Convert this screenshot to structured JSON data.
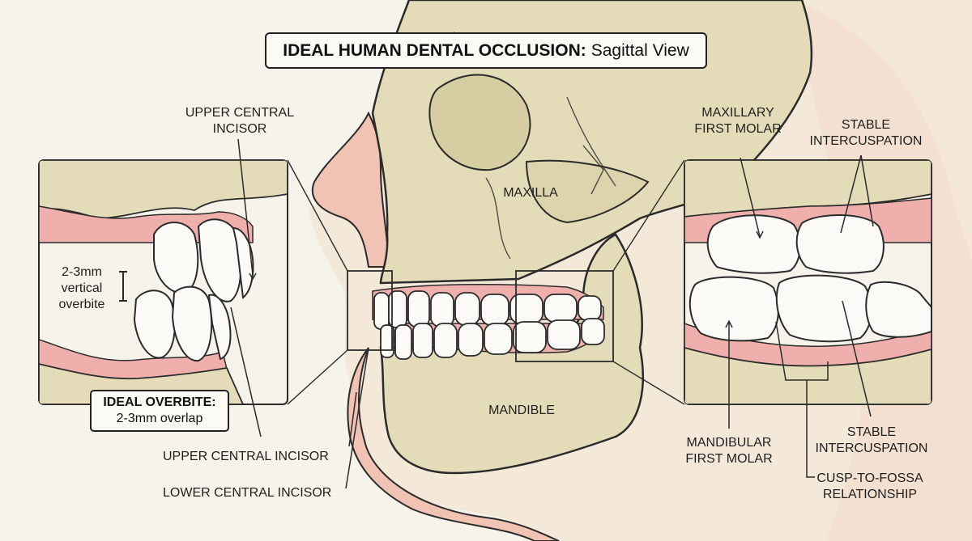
{
  "title": {
    "bold": "IDEAL HUMAN DENTAL OCCLUSION:",
    "rest": "Sagittal View"
  },
  "labels": {
    "upper_central_incisor_top_1": "UPPER CENTRAL",
    "upper_central_incisor_top_2": "INCISOR",
    "maxillary_1": "MAXILLARY",
    "maxillary_2": "FIRST MOLAR",
    "stable_top_1": "STABLE",
    "stable_top_2": "INTERCUSPATION",
    "maxilla": "MAXILLA",
    "mandible": "MANDIBLE",
    "overbite_1": "2-3mm",
    "overbite_2": "vertical",
    "overbite_3": "overbite",
    "upper_central_incisor_bottom": "UPPER CENTRAL INCISOR",
    "lower_central_incisor": "LOWER CENTRAL INCISOR",
    "mandibular_1": "MANDIBULAR",
    "mandibular_2": "FIRST MOLAR",
    "stable_bottom_1": "STABLE",
    "stable_bottom_2": "INTERCUSPATION",
    "cusp_1": "CUSP-TO-FOSSA",
    "cusp_2": "RELATIONSHIP"
  },
  "overbite_note": {
    "heading": "IDEAL OVERBITE:",
    "detail": "2-3mm overlap"
  },
  "colors": {
    "bone": "#e4dcb8",
    "bone_shade": "#d7cda3",
    "skin": "#f2c9bd",
    "gum": "#efb0ad",
    "tooth": "#fbfaf6",
    "outline": "#2b2b2b",
    "background": "#f6f3ea"
  }
}
